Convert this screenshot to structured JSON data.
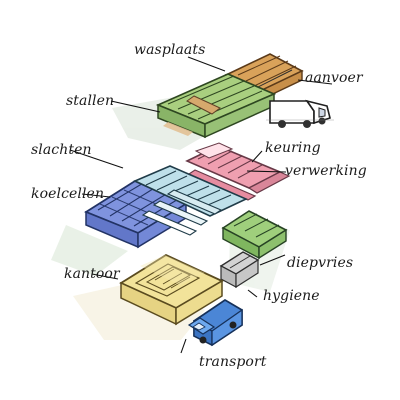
{
  "diagram": {
    "labels": {
      "wasplaats": "wasplaats",
      "aanvoer": "aanvoer",
      "stallen": "stallen",
      "keuring": "keuring",
      "slachten": "slachten",
      "verwerking": "verwerking",
      "koelcellen": "koelcellen",
      "diepvries": "diepvries",
      "kantoor": "kantoor",
      "hygiene": "hygiene",
      "transport": "transport"
    },
    "zone_colors": {
      "wasplaats": "#d9a25a",
      "stallen": "#a9cf7f",
      "keuring": "#ef9fb0",
      "verwerking": "#ef9fb0",
      "koelcellen": "#7f93de",
      "diepvries": "#9fcf7c",
      "kantoor": "#f2e39a",
      "transport_truck": "#4b86d6",
      "aanvoer_truck": "#ffffff"
    }
  }
}
